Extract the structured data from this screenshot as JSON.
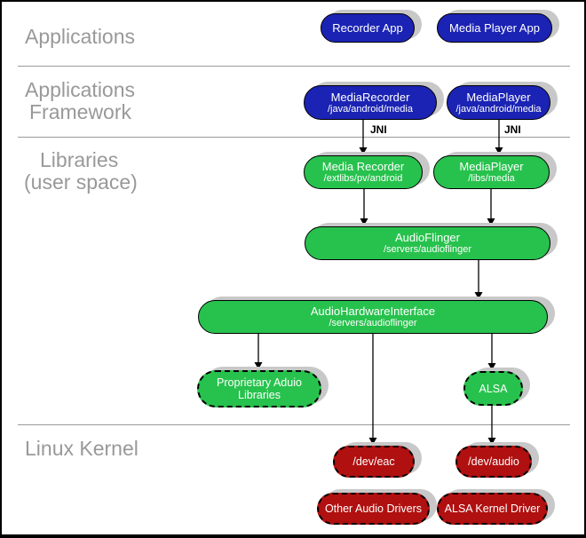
{
  "colors": {
    "app_blue": "#1b23b4",
    "lib_green": "#27c24d",
    "kernel_red": "#b01010",
    "shadow_gray": "#c8c8c8",
    "layer_label_gray": "#999999",
    "divider_gray": "#9a9a9a"
  },
  "layer_labels": {
    "applications": "Applications",
    "framework_line1": "Applications",
    "framework_line2": "Framework",
    "libraries_line1": "Libraries",
    "libraries_line2": "(user space)",
    "linux_kernel": "Linux Kernel"
  },
  "jni_label": "JNI",
  "nodes": {
    "recorder_app": {
      "title": "Recorder App"
    },
    "media_player_app": {
      "title": "Media Player App"
    },
    "media_recorder_framework": {
      "title": "MediaRecorder",
      "path": "/java/android/media"
    },
    "media_player_framework": {
      "title": "MediaPlayer",
      "path": "/java/android/media"
    },
    "media_recorder_lib": {
      "title": "Media Recorder",
      "path": "/extlibs/pv/android"
    },
    "media_player_lib": {
      "title": "MediaPlayer",
      "path": "/libs/media"
    },
    "audio_flinger": {
      "title": "AudioFlinger",
      "path": "/servers/audioflinger"
    },
    "audio_hardware_interface": {
      "title": "AudioHardwareInterface",
      "path": "/servers/audioflinger"
    },
    "proprietary_audio_libraries": {
      "line1": "Proprietary Aduio",
      "line2": "Libraries"
    },
    "alsa": {
      "title": "ALSA"
    },
    "dev_eac": {
      "title": "/dev/eac"
    },
    "dev_audio": {
      "title": "/dev/audio"
    },
    "other_audio_drivers": {
      "title": "Other Audio Drivers"
    },
    "alsa_kernel_driver": {
      "title": "ALSA Kernel Driver"
    }
  }
}
